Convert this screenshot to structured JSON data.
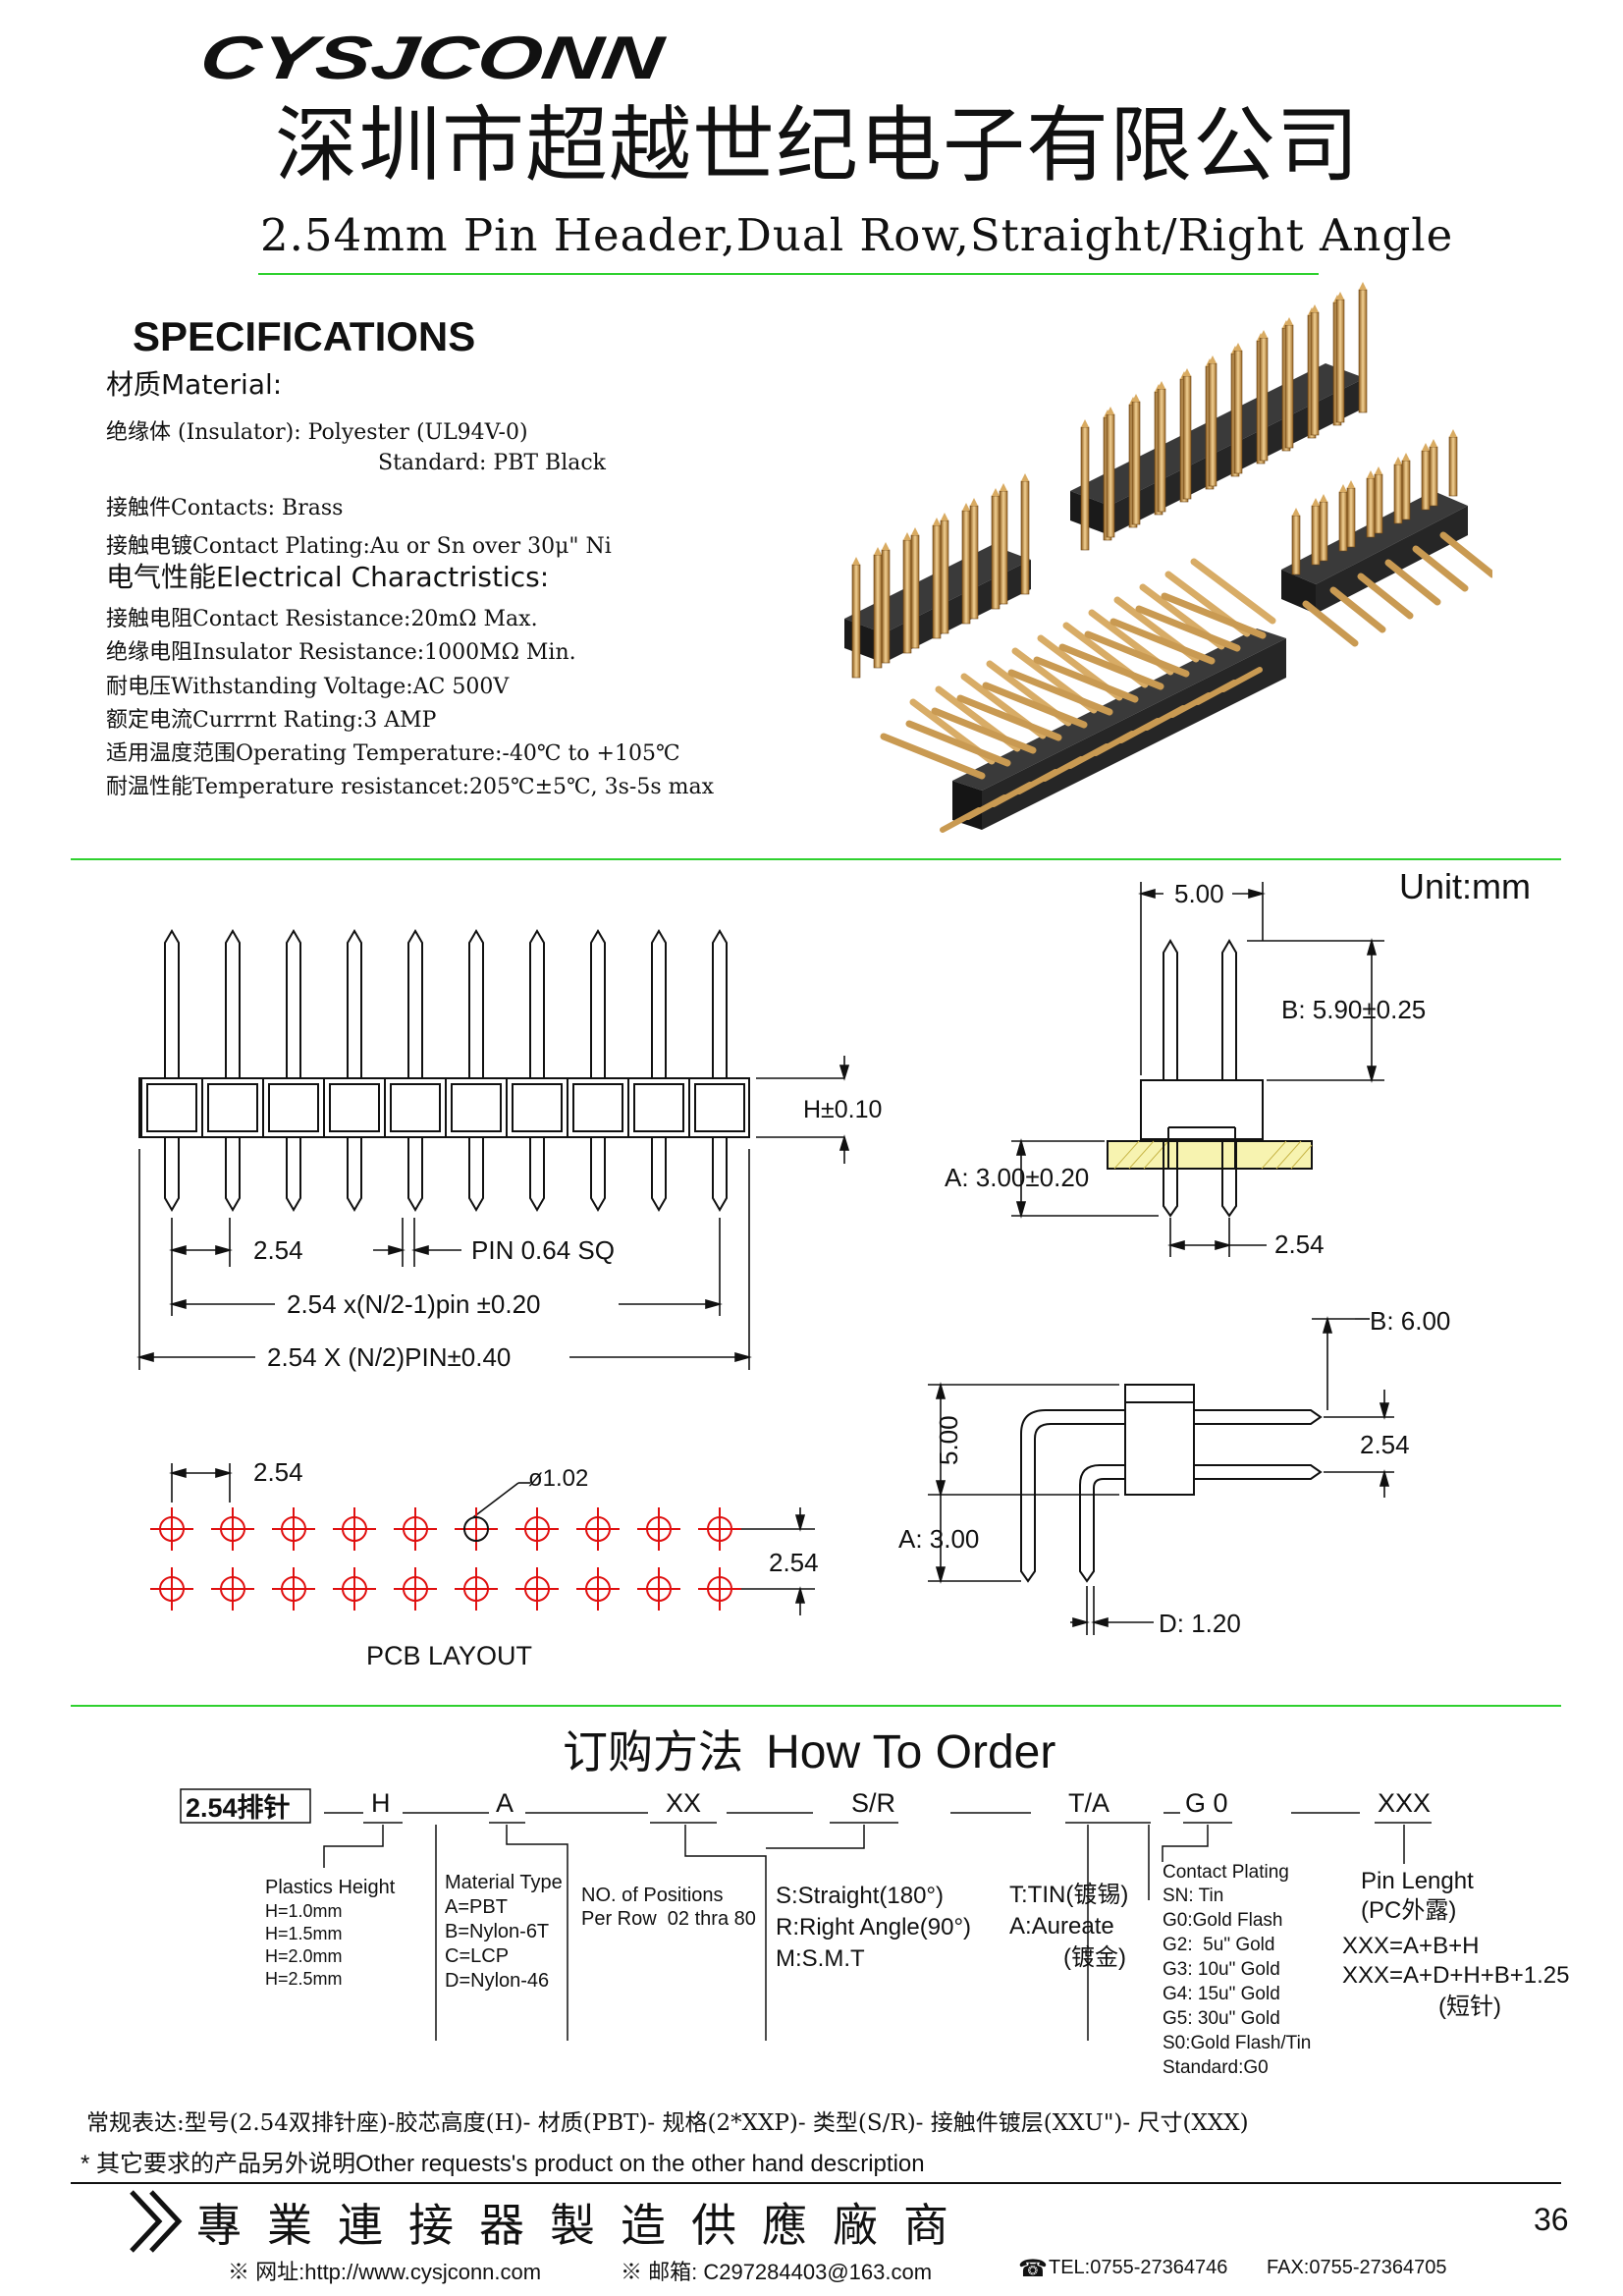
{
  "header": {
    "brand": "CYSJCONN",
    "company_cn": "深圳市超越世纪电子有限公司",
    "product_title": "2.54mm Pin Header,Dual Row,Straight/Right Angle"
  },
  "specs": {
    "heading": "SPECIFICATIONS",
    "material_heading": "材质Material:",
    "insulator": "绝缘体 (Insulator): Polyester (UL94V-0)",
    "standard": "Standard: PBT Black",
    "contacts": "接触件Contacts: Brass",
    "plating": "接触电镀Contact Plating:Au or Sn over 30μ\" Ni",
    "electrical_heading": "电气性能Electrical Charactristics:",
    "contact_resistance": "接触电阻Contact Resistance:20mΩ Max.",
    "insulator_resistance": "绝缘电阻Insulator Resistance:1000MΩ Min.",
    "voltage": "耐电压Withstanding Voltage:AC 500V",
    "current": "额定电流Currrnt Rating:3 AMP",
    "operating_temp": "适用温度范围Operating Temperature:-40℃ to +105℃",
    "temp_resistance": "耐温性能Temperature resistancet:205℃±5℃, 3s-5s max"
  },
  "drawing": {
    "unit": "Unit:mm",
    "front": {
      "h_tol": "H±0.10",
      "pitch": "2.54",
      "pin_sq": "PIN 0.64 SQ",
      "span_inner": "2.54 x(N/2-1)pin ±0.20",
      "span_outer": "2.54 X (N/2)PIN±0.40"
    },
    "side_straight": {
      "width": "5.00",
      "b": "B: 5.90±0.25",
      "a": "A: 3.00±0.20",
      "pitch": "2.54"
    },
    "side_right": {
      "b": "B: 6.00",
      "pitch": "2.54",
      "height": "5.00",
      "a": "A: 3.00",
      "d": "D: 1.20"
    },
    "pcb": {
      "pitch_x": "2.54",
      "hole": "ø1.02",
      "pitch_y": "2.54",
      "caption": "PCB LAYOUT"
    }
  },
  "order": {
    "title_cn": "订购方法",
    "title_en": "How To Order",
    "code": {
      "base": "2.54排针",
      "h": "H",
      "a": "A",
      "xx": "XX",
      "sr": "S/R",
      "ta": "T/A",
      "g0": "G 0",
      "xxx": "XXX"
    },
    "plastic_height": {
      "title": "Plastics Height",
      "options": [
        "H=1.0mm",
        "H=1.5mm",
        "H=2.0mm",
        "H=2.5mm"
      ]
    },
    "material_type": {
      "title": "Material Type",
      "options": [
        "A=PBT",
        "B=Nylon-6T",
        "C=LCP",
        "D=Nylon-46"
      ]
    },
    "positions": {
      "title": "NO. of Positions",
      "sub": "Per Row  02 thra 80"
    },
    "type": {
      "options": [
        "S:Straight(180°)",
        "R:Right Angle(90°)",
        "M:S.M.T"
      ]
    },
    "tin": {
      "line1": "T:TIN(镀锡)",
      "line2": "A:Aureate",
      "line3": "(镀金)"
    },
    "contact_plating": {
      "title": "Contact Plating",
      "options": [
        "SN: Tin",
        "G0:Gold Flash",
        "G2:  5u\" Gold",
        "G3: 10u\" Gold",
        "G4: 15u\" Gold",
        "G5: 30u\" Gold",
        "S0:Gold Flash/Tin",
        "Standard:G0"
      ]
    },
    "pin_length": {
      "title": "Pin Lenght",
      "sub": "(PC外露)",
      "f1": "XXX=A+B+H",
      "f2": "XXX=A+D+H+B+1.25",
      "note": "(短针)"
    },
    "example": "常规表达:型号(2.54双排针座)-胶芯高度(H)- 材质(PBT)- 规格(2*XXP)- 类型(S/R)- 接触件镀层(XXU\")- 尺寸(XXX)",
    "other": "* 其它要求的产品另外说明Other requests's product on the other hand description"
  },
  "footer": {
    "slogan": "專業連接器製造供應廠商",
    "page": "36",
    "website": "※ 网址:http://www.cysjconn.com",
    "email": "※ 邮箱: C297284403@163.com",
    "tel": "TEL:0755-27364746",
    "fax": "FAX:0755-27364705"
  }
}
